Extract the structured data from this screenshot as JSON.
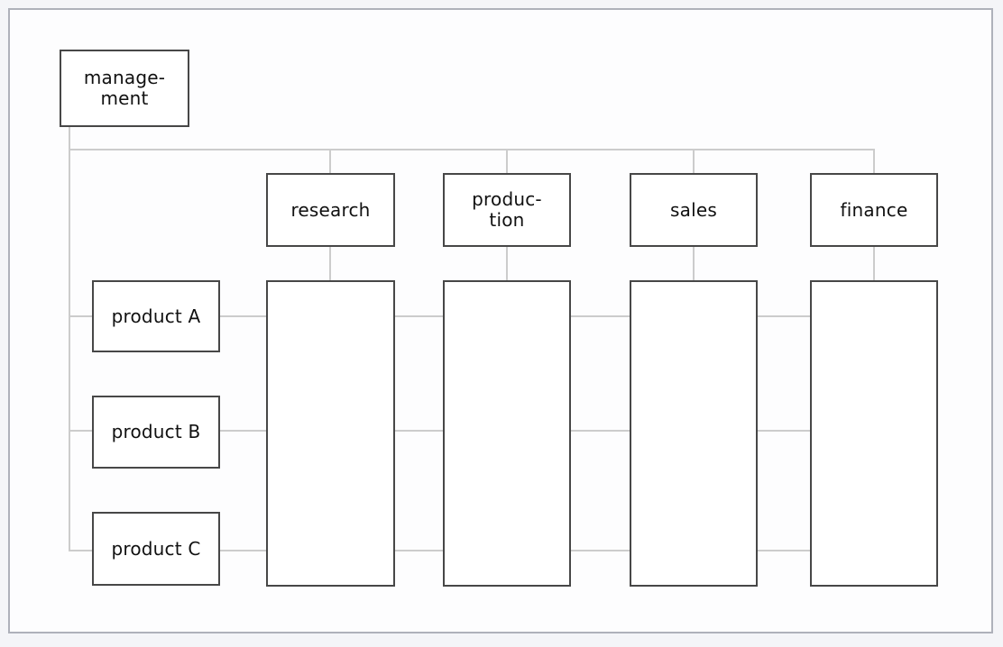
{
  "diagram_type": "matrix-organization-chart",
  "nodes": {
    "management": {
      "label": "manage-\nment"
    },
    "research": {
      "label": "research"
    },
    "production": {
      "label": "produc-\ntion"
    },
    "sales": {
      "label": "sales"
    },
    "finance": {
      "label": "finance"
    },
    "product_a": {
      "label": "product A"
    },
    "product_b": {
      "label": "product B"
    },
    "product_c": {
      "label": "product C"
    }
  },
  "structure": {
    "root": "management",
    "departments": [
      "research",
      "production",
      "sales",
      "finance"
    ],
    "products": [
      "product A",
      "product B",
      "product C"
    ],
    "department_columns": "each department box connects downward to an empty tall column",
    "product_rows": "each product row line starts at the management trunk and runs horizontally behind all four department columns"
  },
  "colors": {
    "page_background": "#f4f5f8",
    "canvas_background": "#fdfdfe",
    "frame_border": "#aeb1ba",
    "node_border": "#474747",
    "connector": "#cccccc",
    "text": "#111111"
  }
}
